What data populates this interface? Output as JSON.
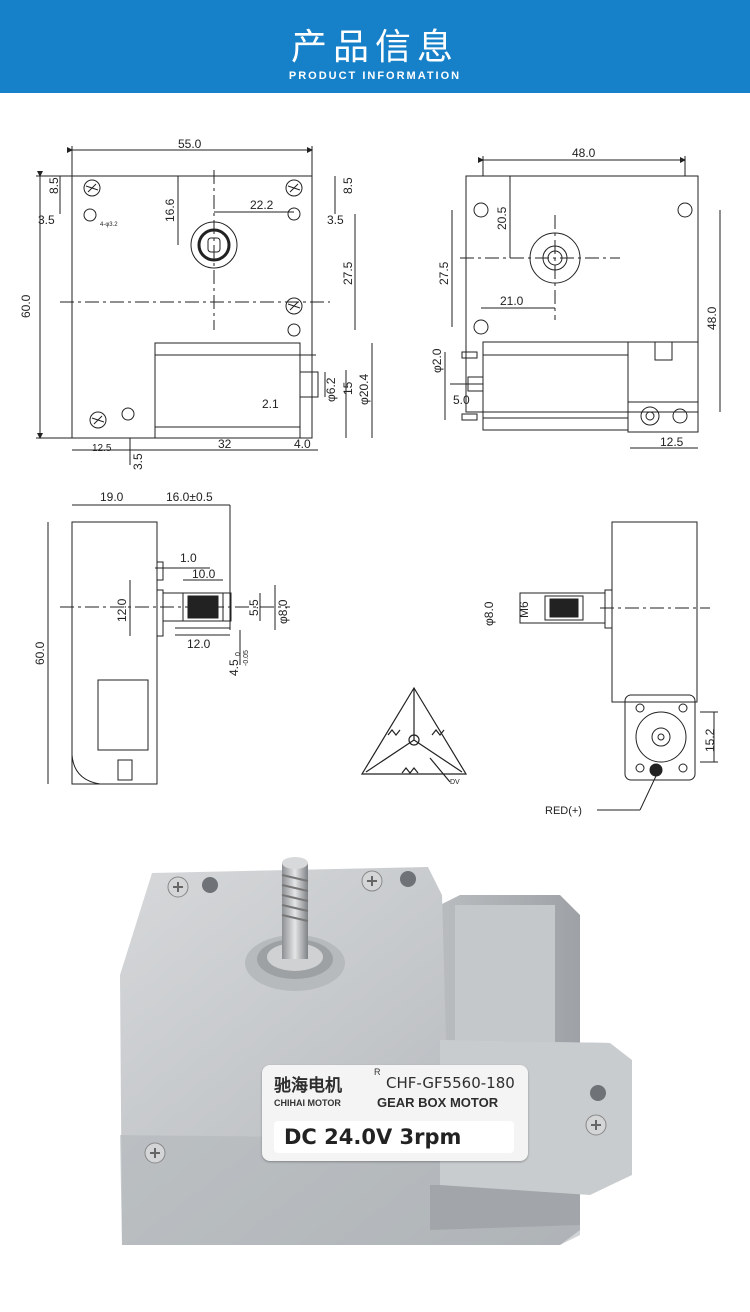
{
  "header": {
    "title": "产品信息",
    "subtitle": "PRODUCT INFORMATION",
    "bg_color": "#1681c8"
  },
  "front_view": {
    "dims": {
      "width": "55.0",
      "height": "60.0",
      "top_left_offset": "8.5",
      "left_hole_offset": "3.5",
      "shaft_vertical": "16.6",
      "shaft_horizontal": "22.2",
      "right_top_offset": "8.5",
      "right_side_offset": "3.5",
      "right_hole_spacing": "27.5",
      "bottom_left": "12.5",
      "motor_length": "32",
      "motor_end": "4.0",
      "bottom_offset": "3.5",
      "shaft_dia": "φ6.2",
      "boss_width": "2.1",
      "motor_height": "15",
      "motor_dia": "φ20.4",
      "hole_note": "4-φ3.2"
    }
  },
  "rear_view": {
    "dims": {
      "width": "48.0",
      "hole_offset": "20.5",
      "side_spacing": "27.5",
      "bottom_spacing": "21.0",
      "height": "48.0",
      "terminal_dia": "φ2.0",
      "terminal_len": "5.0",
      "bottom_right": "12.5"
    }
  },
  "side_view": {
    "dims": {
      "body_width": "19.0",
      "shaft_length": "16.0±0.5",
      "height": "60.0",
      "boss_height": "1.0",
      "thread_len": "10.0",
      "boss_dia": "12.0",
      "flat": "5.5",
      "shaft_dia": "φ8.0",
      "shoulder": "12.0",
      "tolerance": "4.5",
      "tol_upper": "0",
      "tol_lower": "-0.05"
    }
  },
  "end_view": {
    "dims": {
      "shaft_dia": "φ8.0",
      "thread": "M6",
      "motor_height": "15.2"
    },
    "wire_label": "RED(+)"
  },
  "schematic": {
    "label": "DV"
  },
  "product_label": {
    "brand_cn": "驰海电机",
    "registered": "R",
    "model": "CHF-GF5560-180",
    "brand_en": "CHIHAI MOTOR",
    "type": "GEAR BOX MOTOR",
    "rating": "DC 24.0V 3rpm"
  }
}
